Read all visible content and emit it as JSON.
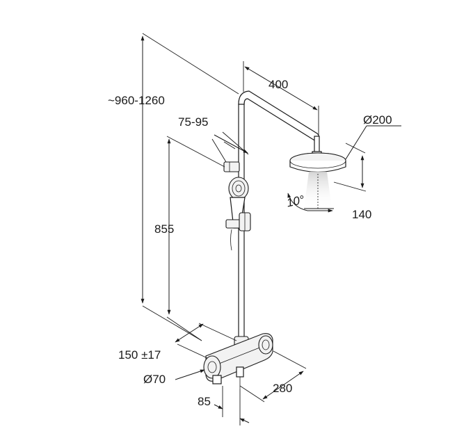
{
  "diagram": {
    "dimensions": {
      "total_height": "~960-1260",
      "arm_length": "400",
      "head_diameter": "Ø200",
      "holder_offset": "75-95",
      "tilt_angle": "10°",
      "head_depth": "140",
      "handshower_height": "855",
      "valve_centers": "150 ±17",
      "valve_diameter": "Ø70",
      "wall_offset": "85",
      "valve_projection": "280"
    },
    "colors": {
      "line": "#1a1a1a",
      "background": "#ffffff",
      "spray": "#d9d9d9"
    }
  }
}
